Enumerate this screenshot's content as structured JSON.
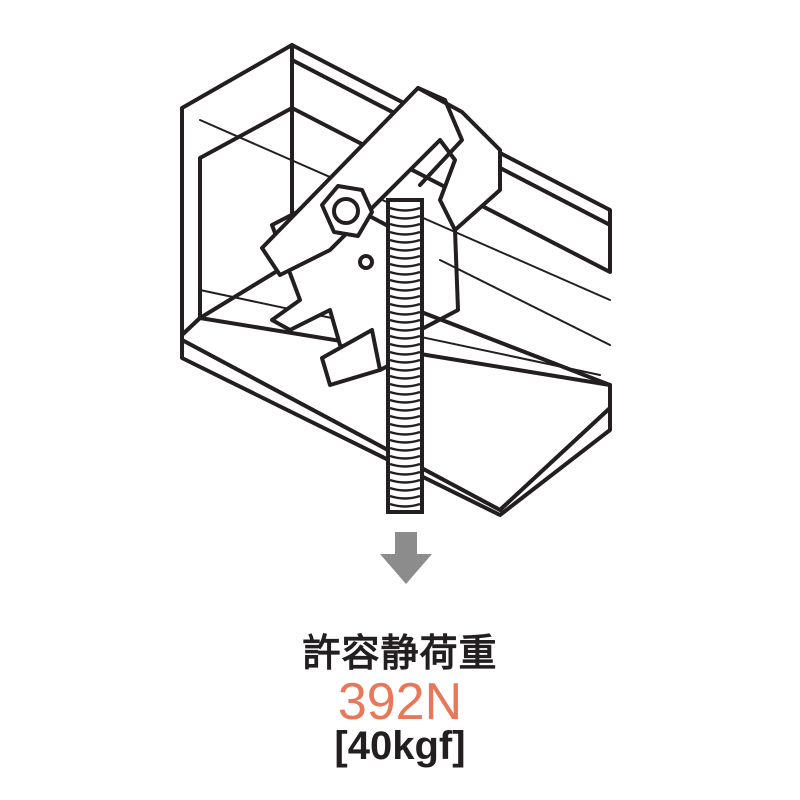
{
  "colors": {
    "line": "#231f20",
    "arrow": "#8c8c8c",
    "accent": "#e8785a",
    "text": "#231f20"
  },
  "illustration": {
    "subject": "beam-clamp-with-threaded-rod",
    "icon": "down-arrow-icon"
  },
  "load": {
    "label": "許容静荷重",
    "value": "392N",
    "value_kgf": "[40kgf]"
  }
}
